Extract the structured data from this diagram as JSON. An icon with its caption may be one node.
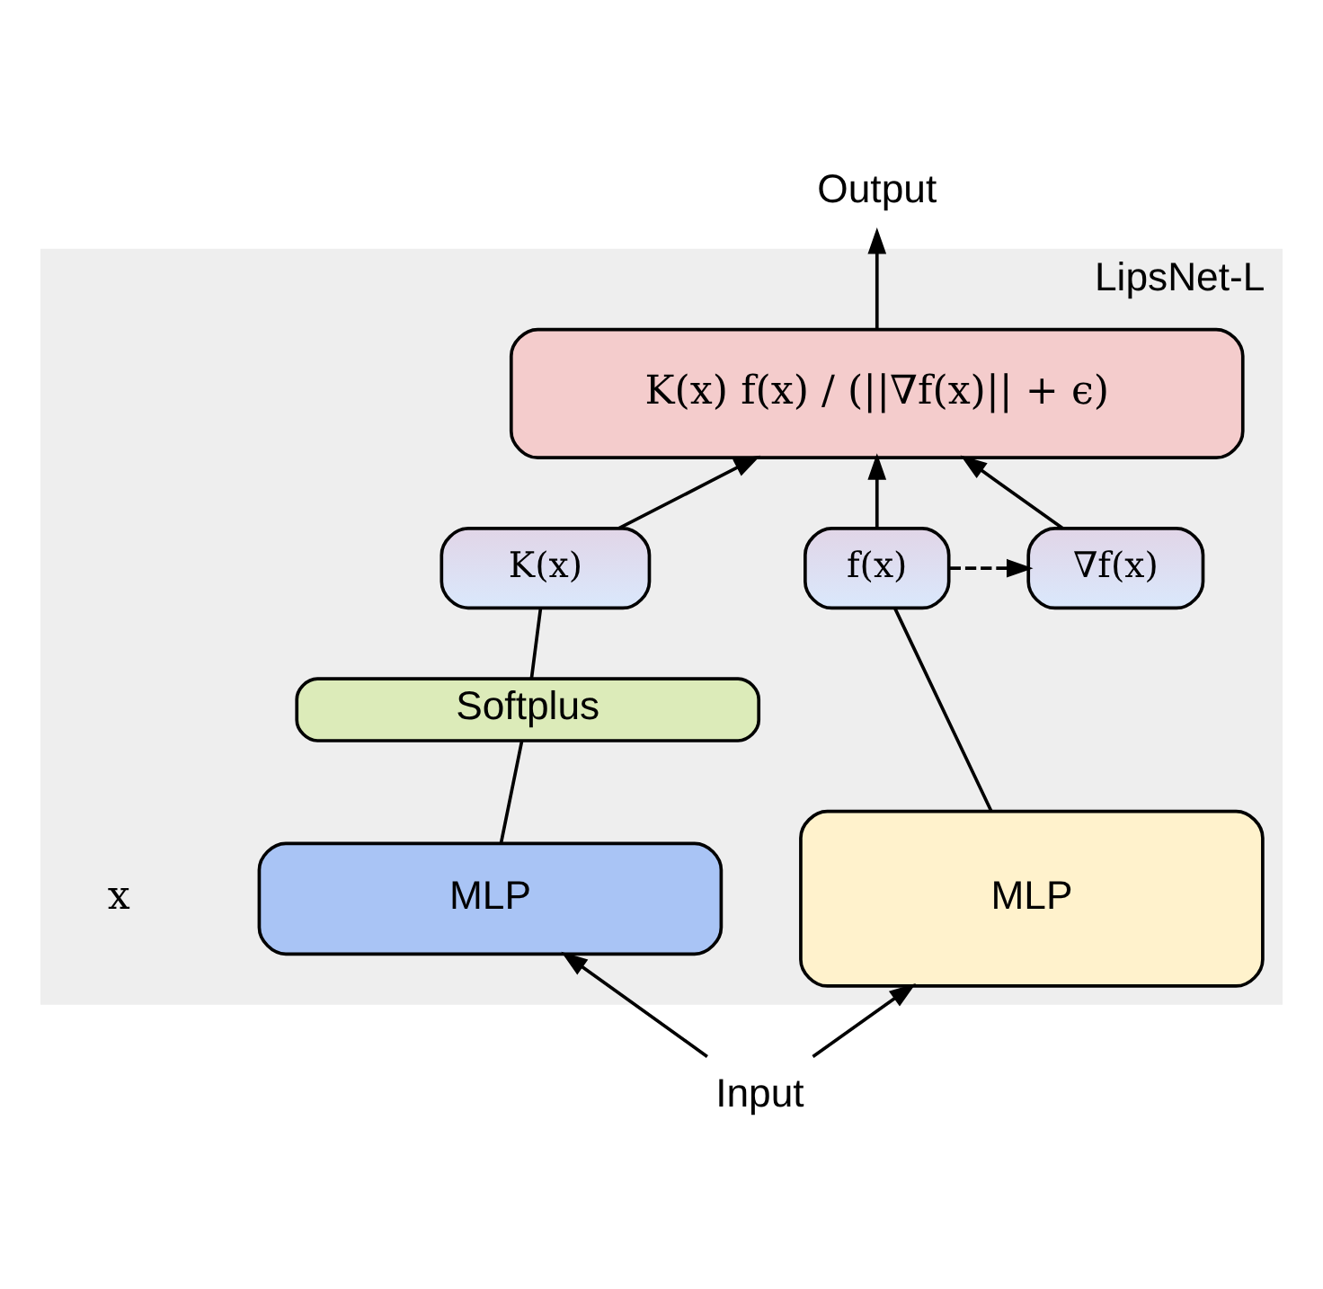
{
  "diagram": {
    "nodes": [
      {
        "text": [
          "LipsNet-L"
        ]
      },
      {
        "text": [
          "K(x) f(x) / (||∇f(x)|| + ϵ)"
        ],
        "in": 0
      },
      {
        "text": [
          "f(x)"
        ],
        "in": 0
      },
      {
        "text": [
          "∇f(x)"
        ],
        "in": 0
      },
      {
        "text": [
          "K(x)"
        ],
        "in": 0
      },
      {
        "text": [
          "Softplus"
        ],
        "in": 0
      },
      {
        "text": [
          "MLP"
        ],
        "in": 0
      },
      {
        "text": [
          "MLP"
        ],
        "in": 0
      },
      {
        "text": [
          "Output"
        ]
      },
      {
        "text": [
          "Input"
        ]
      }
    ],
    "edges": [
      {
        "from": 1,
        "to": 8,
        "arrow": "to"
      },
      {
        "from": 2,
        "to": 1,
        "arrow": "to"
      },
      {
        "from": 3,
        "to": 1,
        "arrow": "to"
      },
      {
        "from": 4,
        "to": 1,
        "arrow": "to"
      },
      {
        "from": 2,
        "to": 3,
        "arrow": "to",
        "style": "dashed"
      },
      {
        "from": 6,
        "to": 2,
        "arrow": "none"
      },
      {
        "from": 5,
        "to": 4,
        "arrow": "none"
      },
      {
        "from": 7,
        "to": 5,
        "arrow": "none"
      },
      {
        "from": 9,
        "to": 6,
        "arrow": "to"
      },
      {
        "from": 9,
        "to": 7,
        "arrow": "to"
      }
    ],
    "labels": [
      "x"
    ]
  }
}
